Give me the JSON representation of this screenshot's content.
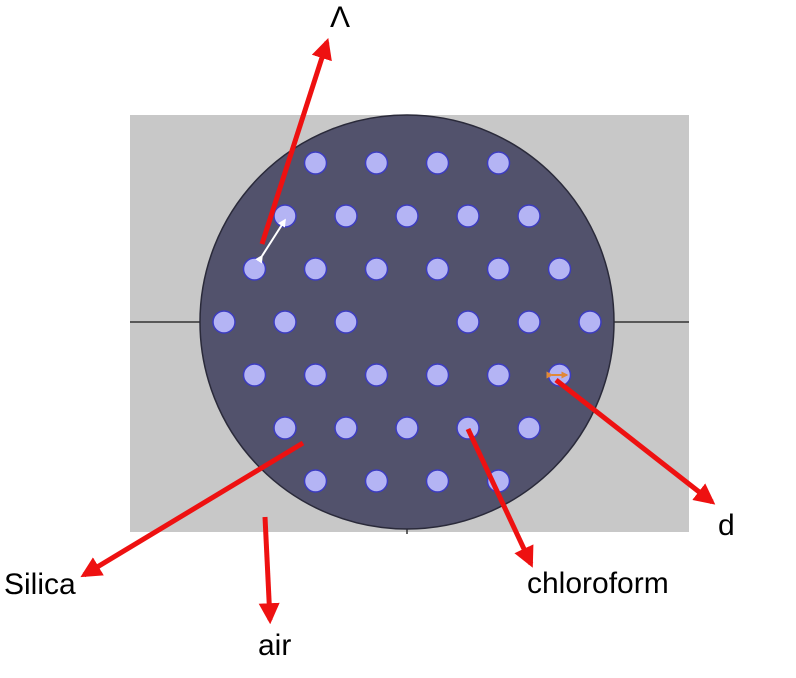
{
  "labels": {
    "pitch": "Λ",
    "d": "d",
    "silica": "Silica",
    "air": "air",
    "chloroform": "chloroform"
  },
  "colors": {
    "air_background": "#c8c8c8",
    "silica_fill": "#52526c",
    "hole_fill": "#b4b4f4",
    "hole_stroke": "#3c3cc0",
    "arrow": "#ee1111",
    "pitch_marker": "#ffffff",
    "d_marker": "#e08838"
  },
  "lattice": {
    "rings": 3,
    "missing_core": true
  }
}
